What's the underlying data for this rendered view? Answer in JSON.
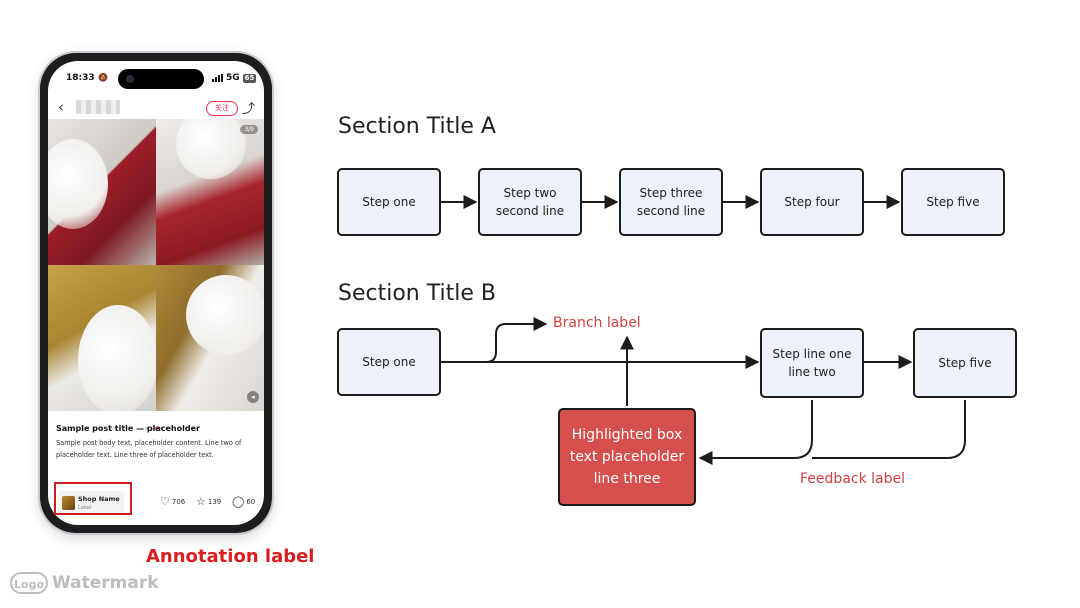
{
  "phone": {
    "status_time": "18:33",
    "network": "5G",
    "battery": "65",
    "follow_label": "关注",
    "photo_counter": "3/9",
    "post_title": "Sample post title — placeholder",
    "post_body": "Sample post body text, placeholder content. Line two of placeholder text. Line three of placeholder text.",
    "ad_title": "Shop Name",
    "ad_subtitle": "Label",
    "likes": "706",
    "stars": "139",
    "comments": "60"
  },
  "annotation": {
    "ad_callout": "Annotation label"
  },
  "diagram": {
    "past_flow": {
      "title": "Section Title A",
      "steps": [
        "Step one",
        "Step two\nsecond line",
        "Step three\nsecond line",
        "Step four",
        "Step five"
      ]
    },
    "new_flow": {
      "title": "Section Title B",
      "start": "Step one",
      "redirect_label": "Branch label",
      "visitor_step": "Step line one\nline two",
      "conversion": "Step five",
      "data_box": "Highlighted box\ntext placeholder\nline three",
      "feedback_label": "Feedback label"
    }
  },
  "watermark": {
    "logo": "Logo",
    "text": "Watermark"
  },
  "colors": {
    "accent_red": "#d54f4d",
    "box_fill": "#edf1f9",
    "red_text": "#d04040"
  },
  "icons": [
    "back-icon",
    "share-icon",
    "volume-icon",
    "heart-icon",
    "star-icon",
    "comment-icon"
  ]
}
